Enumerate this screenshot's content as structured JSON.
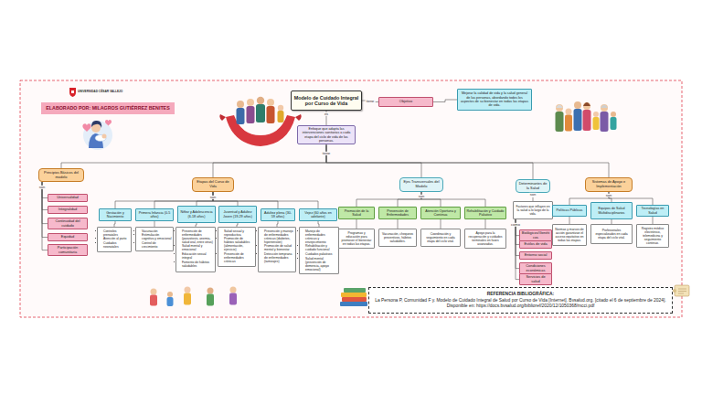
{
  "diagram": {
    "nodes": [
      {
        "text": [
          "Modelo de Cuidado Integral por Curso de Vida"
        ]
      },
      {
        "text": [
          "Objetivo"
        ]
      },
      {
        "text": [
          "Mejorar la calidad de vida y la salud general de las personas, abordando todos los aspectos de su bienestar en todas las etapas de vida."
        ]
      },
      {
        "text": [
          "Enfoque que adapta las intervenciones sanitarias a cada etapa del ciclo de vida de las personas."
        ]
      },
      {
        "text": [
          "Principios Básicos del modelo"
        ]
      },
      {
        "text": [
          "Universalidad"
        ]
      },
      {
        "text": [
          "Integralidad"
        ]
      },
      {
        "text": [
          "Continuidad del cuidado"
        ]
      },
      {
        "text": [
          "Equidad"
        ]
      },
      {
        "text": [
          "Participación comunitaria"
        ]
      },
      {
        "text": [
          "Etapas del Curso de Vida"
        ]
      },
      {
        "text": [
          "Gestación y Nacimiento"
        ]
      },
      {
        "text": [
          "Primera Infancia (0-5 años)"
        ]
      },
      {
        "text": [
          "Niñez y Adolescencia (6-18 años)"
        ]
      },
      {
        "text": [
          "Juventud y Adultez Joven (19-29 años)"
        ]
      },
      {
        "text": [
          "Adultez plena (30-59 años)"
        ]
      },
      {
        "text": [
          "Vejez (60 años en adelante)"
        ]
      },
      {
        "text": [
          "Controles prenatales",
          "Atención al parto",
          "Cuidados neonatales"
        ]
      },
      {
        "text": [
          "Vacunación",
          "Estimulación cognitiva y emocional",
          "Control de crecimiento"
        ]
      },
      {
        "text": [
          "Prevención de enfermedades (parasitosis, anemia, salud oral, entre otras)",
          "Salud mental y emocional",
          "Educación sexual integral",
          "Fomento de hábitos saludables"
        ]
      },
      {
        "text": [
          "Salud sexual y reproductiva",
          "Promoción de hábitos saludables (alimentación, ejercicio)",
          "Prevención de enfermedades crónicas"
        ]
      },
      {
        "text": [
          "Prevención y manejo de enfermedades crónicas (diabetes, hipertensión)",
          "Promoción de salud mental y bienestar",
          "Detección temprana de enfermedades (tamizajes)"
        ]
      },
      {
        "text": [
          "Manejo de enfermedades crónicas y envejecimiento",
          "Rehabilitación y cuidado funcional",
          "Cuidados paliativos",
          "Salud mental (prevención de demencia, apoyo emocional)"
        ]
      },
      {
        "text": [
          "Ejes Transversales del Modelo"
        ]
      },
      {
        "text": [
          "Promoción de la Salud"
        ]
      },
      {
        "text": [
          "Prevención de Enfermedades"
        ]
      },
      {
        "text": [
          "Atención Oportuna y Continua"
        ]
      },
      {
        "text": [
          "Rehabilitación y Cuidado Paliativo"
        ]
      },
      {
        "text": [
          "Programas y educación para promover el bienestar en todas las etapas."
        ]
      },
      {
        "text": [
          "Vacunación, chequeos preventivos, hábitos saludables."
        ]
      },
      {
        "text": [
          "Coordinación y seguimiento en cada etapa del ciclo vital."
        ]
      },
      {
        "text": [
          "Apoyo para la recuperación y cuidados terminales en fases avanzadas."
        ]
      },
      {
        "text": [
          "Determinantes de la Salud"
        ]
      },
      {
        "text": [
          "Factores que influyen en la salud a lo largo de la vida."
        ]
      },
      {
        "text": [
          "Biológicos/Genéticos"
        ]
      },
      {
        "text": [
          "Estilos de vida"
        ]
      },
      {
        "text": [
          "Entorno social"
        ]
      },
      {
        "text": [
          "Condiciones económicas"
        ]
      },
      {
        "text": [
          "Servicios de salud"
        ]
      },
      {
        "text": [
          "Sistemas de Apoyo e Implementación"
        ]
      },
      {
        "text": [
          "Políticas Públicas"
        ]
      },
      {
        "text": [
          "Equipos de Salud Multidisciplinarios"
        ]
      },
      {
        "text": [
          "Tecnologías en Salud"
        ]
      },
      {
        "text": [
          "Normas y marcos de acción garantizan el acceso equitativo en todas las etapas."
        ]
      },
      {
        "text": [
          "Profesionales especializados en cada etapa del ciclo vital."
        ]
      },
      {
        "text": [
          "Registro médico electrónico, telemedicina y seguimiento continuo."
        ]
      },
      {
        "text": [
          "REFERENCIA BIBLIOGRÁFICA:",
          "La Persona P, Comunidad F y. Modelo de Cuidado Integral de Salud por Curso de Vida [Internet]. Bvsalud.org. [citado el 6 de septiembre de 2024]. Disponible en: https://docs.bvsalud.org/biblioref/2020/12/1050368/mcci.pdf"
        ]
      },
      {
        "text": [
          "ELABORADO POR: MILAGROS GUTIÉRREZ BENITES"
        ]
      }
    ],
    "edges": [
      {
        "from": 0,
        "to": 1,
        "arrow": "none",
        "label": "tiene"
      },
      {
        "from": 1,
        "to": 2,
        "arrow": "none"
      },
      {
        "from": 0,
        "to": 3,
        "arrow": "none",
        "label": "es"
      },
      {
        "from": 3,
        "to": 4,
        "arrow": "none"
      },
      {
        "from": 3,
        "to": 10,
        "arrow": "none"
      },
      {
        "from": 3,
        "to": 23,
        "arrow": "none"
      },
      {
        "from": 3,
        "to": 32,
        "arrow": "none"
      },
      {
        "from": 3,
        "to": 39,
        "arrow": "none"
      },
      {
        "from": 4,
        "to": 5,
        "arrow": "none"
      },
      {
        "from": 4,
        "to": 6,
        "arrow": "none"
      },
      {
        "from": 4,
        "to": 7,
        "arrow": "none"
      },
      {
        "from": 4,
        "to": 8,
        "arrow": "none"
      },
      {
        "from": 4,
        "to": 9,
        "arrow": "none"
      },
      {
        "from": 10,
        "to": 11,
        "arrow": "none"
      },
      {
        "from": 10,
        "to": 12,
        "arrow": "none"
      },
      {
        "from": 10,
        "to": 13,
        "arrow": "none"
      },
      {
        "from": 10,
        "to": 14,
        "arrow": "none"
      },
      {
        "from": 10,
        "to": 15,
        "arrow": "none"
      },
      {
        "from": 10,
        "to": 16,
        "arrow": "none"
      },
      {
        "from": 11,
        "to": 17,
        "arrow": "none"
      },
      {
        "from": 12,
        "to": 18,
        "arrow": "none"
      },
      {
        "from": 13,
        "to": 19,
        "arrow": "none"
      },
      {
        "from": 14,
        "to": 20,
        "arrow": "none"
      },
      {
        "from": 15,
        "to": 21,
        "arrow": "none"
      },
      {
        "from": 16,
        "to": 22,
        "arrow": "none"
      },
      {
        "from": 23,
        "to": 24,
        "arrow": "none"
      },
      {
        "from": 23,
        "to": 25,
        "arrow": "none"
      },
      {
        "from": 23,
        "to": 26,
        "arrow": "none"
      },
      {
        "from": 23,
        "to": 27,
        "arrow": "none"
      },
      {
        "from": 24,
        "to": 28,
        "arrow": "none"
      },
      {
        "from": 25,
        "to": 29,
        "arrow": "none"
      },
      {
        "from": 26,
        "to": 30,
        "arrow": "none"
      },
      {
        "from": 27,
        "to": 31,
        "arrow": "none"
      },
      {
        "from": 32,
        "to": 33,
        "arrow": "none",
        "label": "son"
      },
      {
        "from": 33,
        "to": 34,
        "arrow": "none"
      },
      {
        "from": 33,
        "to": 35,
        "arrow": "none"
      },
      {
        "from": 33,
        "to": 36,
        "arrow": "none"
      },
      {
        "from": 33,
        "to": 37,
        "arrow": "none"
      },
      {
        "from": 33,
        "to": 38,
        "arrow": "none"
      },
      {
        "from": 39,
        "to": 40,
        "arrow": "none"
      },
      {
        "from": 39,
        "to": 41,
        "arrow": "none"
      },
      {
        "from": 39,
        "to": 42,
        "arrow": "none"
      },
      {
        "from": 40,
        "to": 43,
        "arrow": "none"
      },
      {
        "from": 41,
        "to": 44,
        "arrow": "none"
      },
      {
        "from": 42,
        "to": 45,
        "arrow": "none"
      }
    ],
    "labels": [
      "UNIVERSIDAD CÉSAR VALLEJO",
      "tiene",
      "son",
      "son",
      "son",
      "como",
      "son"
    ]
  }
}
